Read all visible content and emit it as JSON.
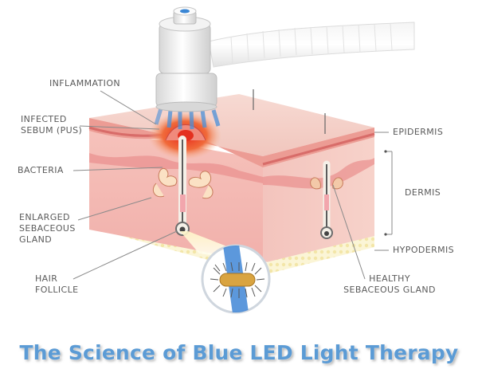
{
  "labels": {
    "inflammation": "INFLAMMATION",
    "infected_sebum": "INFECTED\nSEBUM (PUS)",
    "bacteria": "BACTERIA",
    "enlarged_gland": "ENLARGED\nSEBACEOUS\nGLAND",
    "hair_follicle": "HAIR\nFOLLICLE",
    "epidermis": "EPIDERMIS",
    "dermis": "DERMIS",
    "hypodermis": "HYPODERMIS",
    "healthy_gland": "HEALTHY\nSEBACEOUS GLAND"
  },
  "caption": "The Science of Blue LED Light Therapy",
  "colors": {
    "label_text": "#5a5a5a",
    "caption": "#5b9bd5",
    "skin_top": "#f2c7bd",
    "skin_side": "#f4b8b3",
    "epidermis_band": "#e88f8a",
    "hypodermis": "#faf3cf",
    "blue_light": "#4a90d9",
    "inflammation": "#e8432e",
    "device": "#eeeeee"
  },
  "icons": {
    "device": "led-device-icon",
    "bacterium": "bacterium-icon"
  }
}
